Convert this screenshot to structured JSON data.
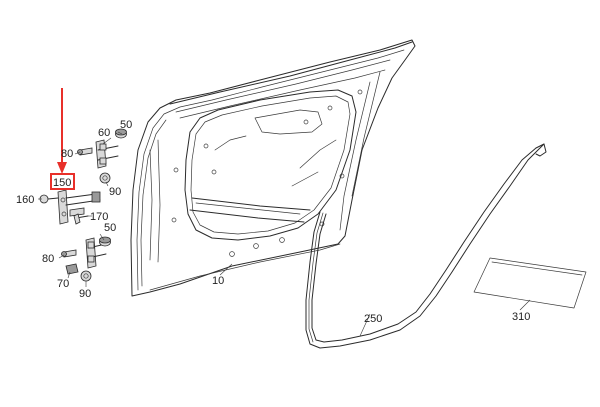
{
  "callouts": {
    "c10": "10",
    "c50a": "50",
    "c50b": "50",
    "c60": "60",
    "c70": "70",
    "c80a": "80",
    "c80b": "80",
    "c90a": "90",
    "c90b": "90",
    "c150": "150",
    "c160": "160",
    "c170": "170",
    "c250": "250",
    "c310": "310"
  },
  "colors": {
    "highlight": "#e8302a",
    "line": "#2b2b2b",
    "background": "#ffffff"
  },
  "highlighted_part": "150"
}
